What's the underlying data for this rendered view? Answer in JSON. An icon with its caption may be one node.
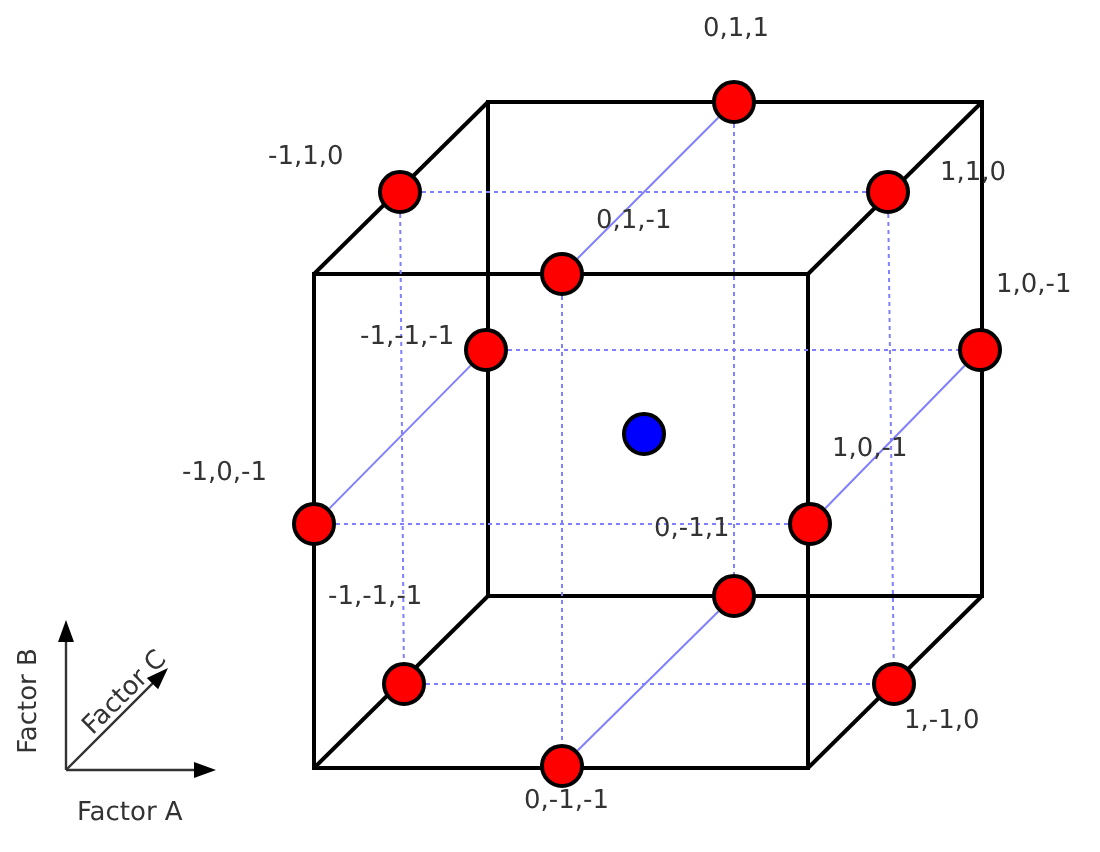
{
  "diagram": {
    "nodes": [
      {
        "text": [],
        "shape": "circle",
        "beside": [
          "0,1,1"
        ]
      },
      {
        "text": [],
        "shape": "circle",
        "beside": [
          "-1,1,0"
        ]
      },
      {
        "text": [],
        "shape": "circle",
        "beside": [
          "1,1,0"
        ]
      },
      {
        "text": [],
        "shape": "circle",
        "beside": [
          "0,1,-1"
        ]
      },
      {
        "text": [],
        "shape": "circle",
        "beside": [
          "1,0,-1"
        ]
      },
      {
        "text": [],
        "shape": "circle",
        "beside": [
          "-1,-1,-1"
        ]
      },
      {
        "text": [],
        "shape": "circle"
      },
      {
        "text": [],
        "shape": "circle",
        "beside": [
          "-1,0,-1"
        ]
      },
      {
        "text": [],
        "shape": "circle",
        "beside": [
          "1,0,-1"
        ]
      },
      {
        "text": [],
        "shape": "circle",
        "beside": [
          "0,-1,1"
        ]
      },
      {
        "text": [],
        "shape": "circle",
        "beside": [
          "-1,-1,-1"
        ]
      },
      {
        "text": [],
        "shape": "circle",
        "beside": [
          "1,-1,0"
        ]
      },
      {
        "text": [],
        "shape": "circle",
        "beside": [
          "0,-1,-1"
        ]
      }
    ],
    "edges": [
      {
        "from": 3,
        "to": 0,
        "arrow": "none"
      },
      {
        "from": 7,
        "to": 5,
        "arrow": "none"
      },
      {
        "from": 8,
        "to": 4,
        "arrow": "none"
      },
      {
        "from": 12,
        "to": 9,
        "arrow": "none"
      },
      {
        "from": 1,
        "to": 2,
        "arrow": "none",
        "style": "dashed"
      },
      {
        "from": 5,
        "to": 4,
        "arrow": "none",
        "style": "dashed"
      },
      {
        "from": 7,
        "to": 8,
        "arrow": "none",
        "style": "dashed"
      },
      {
        "from": 10,
        "to": 11,
        "arrow": "none",
        "style": "dashed"
      },
      {
        "from": 1,
        "to": 10,
        "arrow": "none",
        "style": "dashed"
      },
      {
        "from": 3,
        "to": 12,
        "arrow": "none",
        "style": "dashed"
      },
      {
        "from": 0,
        "to": 9,
        "arrow": "none",
        "style": "dashed"
      },
      {
        "from": 2,
        "to": 11,
        "arrow": "none",
        "style": "dashed"
      }
    ],
    "labels": [
      "Factor B",
      "Factor C",
      "Factor A"
    ]
  }
}
